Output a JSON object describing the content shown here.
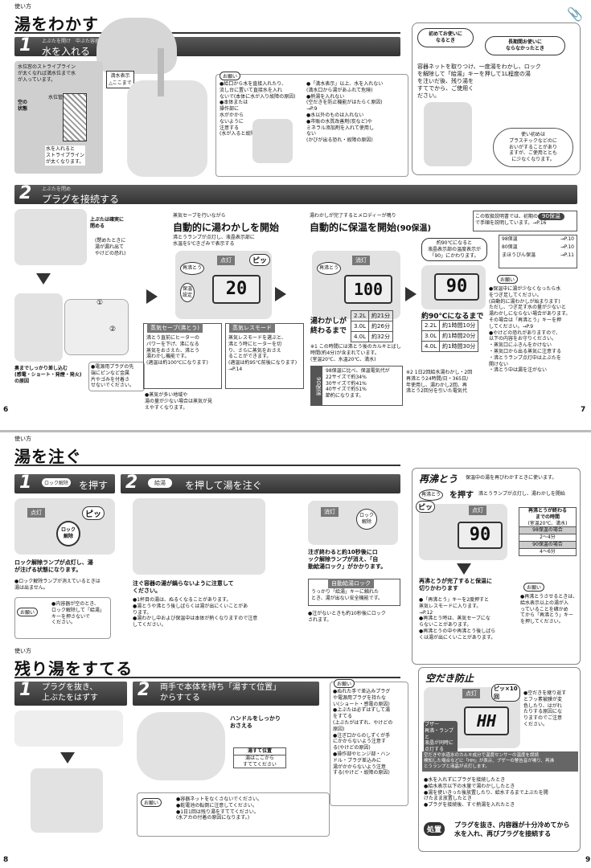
{
  "page1": {
    "usage_label": "使い方",
    "title": "湯をわかす",
    "step1": {
      "num": "1",
      "pre": "上ぶたを開け　中ぶた容器に",
      "label": "水を入れる"
    },
    "stripe_note": "水位窓のストライプライン\nが太くなれば満水位まで水\nが入っています。",
    "empty_label": "空の状態",
    "water_pipe": "水位管",
    "full_note": "水を入れると\nストライプライン\nが太くなります。",
    "full_mark": "満水表示",
    "caution_label": "お願い",
    "caution_a": "●給口から水を直接入れたり、\n流し台に置いて直接水を入れ\nないで(本体に水が入り故障の原因)\n●本体または\n操作部に\n水がかから\nないように\n注意する\n(水が入ると故障の原因)",
    "caution_b": "●「満水表示」以上、水を入れない\n(満水口から湯があふれて危険)\n●熱湯を入れない\n(空だきを防止機能がはたらく原因)\n→P.9\n●水以外のものは入れない\n●市販の水質改善剤(炭など)や\nミネラル添加剤を入れて使用し\nない\n(かびが出る恐れ・故障の原因)",
    "first_use": {
      "badge1": "初めてお使いに\nなるとき",
      "badge2": "長期間お使いに\nならなかったとき",
      "text": "容器ネットを取りつけ、一度湯をわかし、ロック\nを解除して「給湯」キーを押して1L程度の湯\nを注いだ後、残り湯を\nすてでから、ご使用く\nださい。",
      "bubble": "使い初めは\nプラスチックなどのに\nおいがすることがあり\nますが、ご使用ととも\nに少なくなります。"
    },
    "step2": {
      "num": "2",
      "pre": "上ぶたを閉め",
      "label": "プラグを接続する"
    },
    "lid_check": "上ぶたは確実に\n閉める",
    "lid_warn": "(閉めたときに\n湯が漏れ出て\nやけどの恐れ)",
    "plug_note": "奥までしっかり差し込む\n(感電・ショート・発煙・発火)\nの原因",
    "plug_caution": "●電源用プラグの先\n端にピンなど金属\n片やゴみを付着さ\nせないでください。",
    "auto_boil": {
      "pre": "蒸気セーブを行いながら",
      "title": "自動的に湯わかしを開始",
      "desc": "沸とうランプが点灯し、液晶表示部に\n水温を5℃きざみで表示する",
      "lamp": "点灯",
      "beep": "ピッ",
      "button": "再沸とう",
      "lcd": "20",
      "mode": "保温\n設定"
    },
    "auto_keep": {
      "pre": "湯わかしが完了するとメロディーが鳴り",
      "title": "自動的に保温を開始",
      "sub": "(90保温)",
      "lamp": "消灯",
      "lcd": "100",
      "lcd2": "90"
    },
    "boil_done": "湯わかしが\n終わるまで",
    "boil_times": [
      {
        "size": "2.2L",
        "time": "約21分"
      },
      {
        "size": "3.0L",
        "time": "約26分"
      },
      {
        "size": "4.0L",
        "time": "約32分"
      }
    ],
    "boil_footnote": "※1 この時間には沸とう後のカルキとばし\n時間(約4分)が含まれています。\n(室温20℃、水温20℃、満水)",
    "callout_90": "約90℃になると\n液晶表示部の温度表示が\n「90」にかわります。",
    "cool_title": "約90℃になるまで",
    "cool_times": [
      {
        "size": "2.2L",
        "time": "約1時間10分"
      },
      {
        "size": "3.0L",
        "time": "約1時間20分"
      },
      {
        "size": "4.0L",
        "time": "約1時間30分"
      }
    ],
    "steam_save": {
      "tag": "蒸気セーブ(沸とう)",
      "text": "沸とう直前にヒーターの\nパワーを下げ、沸になる\n蒸気をおさえた、沸とう\n湯わかし機能です。\n(適温は約100℃になります)"
    },
    "steam_less": {
      "tag": "蒸気レスモード",
      "text": "蒸気レスモードを選ぶと、\n沸とう時にヒーターを切\nり、さらに蒸気をおさえ\nることができます。\n(適温は約95℃前後になります)\n→P.14"
    },
    "steam_note": "●蒸気が多い地域や\n湯の量が少ない場合は蒸気が見\nえやすくなります。",
    "keep_box": {
      "tag": "90保温",
      "text": "98保温に比べ、保温電気代が\n22サイズで約34%\n30サイズで約41%\n40サイズで約51%\n節約になります。"
    },
    "keep_footnote": "※2 1日2回給水湯わかし・2回\n再沸とう24時間/日・365日/\n年使用し、湯わかし2回、再\n沸とう2回分を引いた電気代",
    "manual_note": {
      "text": "この取扱説明書では、初期の",
      "ref": "で手順を説明しています。→P.16",
      "chip": "90保温"
    },
    "keep_settings": [
      {
        "label": "98保温",
        "ref": "→P.10"
      },
      {
        "label": "80保温",
        "ref": "→P.10"
      },
      {
        "label": "まほうびん保温",
        "ref": "→P.11"
      }
    ],
    "right_caution": "●保温中に湯が少なくなったら水\nをつぎ足してください。\n(自動的に湯わかしが始まります)\nただし、つぎ足す水の量が少ないと\n湯わかしにならない場合があります。\nその場合は「再沸とう」キーを押\nしてください。→P.9\n●やけどの恐れがありますので、\n以下の内容をお守りください。\n・蒸気口にふきんをかけない\n・蒸気口から出る蒸気に注意する\n・沸とうランプ点灯中は上ぶたを\n開けない\n・沸とう中は漏を注がない",
    "pnum_left": "6",
    "pnum_right": "7"
  },
  "page2": {
    "usage_label": "使い方",
    "title": "湯を注ぐ",
    "step1": {
      "num": "1",
      "key": "ロック解除",
      "label": "を押す"
    },
    "step2": {
      "num": "2",
      "key": "給湯",
      "label": "を押して湯を注ぐ"
    },
    "lock_label": "点灯",
    "lock_beep": "ピッ",
    "lock_btn": "ロック\n解除",
    "lock_desc": "ロック解除ランプが点灯し、湯\nが注げる状態になります。",
    "lock_note": "●ロック解除ランプが消えているときは\n湯は出ません。",
    "lock_caution": "●内容器が空のとき、\nロック解除して「給湯」\nキーを押さないで\nください。",
    "pour_title": "注ぐ容器の湯が鍋らないように注意して\nください。",
    "pour_notes": "●1杯目の湯は、ぬるくなることがあります。\n●湯とうや沸とう後しばらくは湯が出にくいことがあ\nります。\n●湯わかし中および保温中は本体が熱くなりますので注意\nしてください。",
    "auto_lock_lamp": "消灯",
    "auto_lock_btn": "ロック\n解除",
    "auto_lock_desc": "注ぎ終わると約10秒後にロ\nック解除ランプが消え、「自\n動給湯ロック」がかかります。",
    "auto_lock_tag": "自動給湯ロック",
    "auto_lock_text": "うっかり「給湯」キーに触れた\nとき、湯が出ない安全機能です。",
    "auto_lock_note": "●注がないときも約10秒後にロック\nされます。",
    "reboil": {
      "title": "再沸とう",
      "title_sub": "保温中の湯を再びわかすときに使います。",
      "key": "再沸とう",
      "press": "を押す",
      "press_sub": "沸とうランプが点灯し、湯わかしを開始",
      "beep": "ピッ",
      "lamp": "点灯",
      "lcd": "90",
      "end_desc": "再沸とうが完了すると保温に\n切りかわります",
      "notes": "●「再沸とう」キーを2度押すと\n蒸気レスモードに入ります。\n→P.12\n●再沸とう時は、蒸気セーブにな\nらないことがあります。\n●再沸とうの中や再沸とう後しばら\nくは湯が出にくいことがあります。",
      "time_title": "再沸とうが終わる\nまでの時間",
      "time_sub": "(室温20℃、満水)",
      "time_rows": [
        {
          "label": "98保温の場合",
          "value": "2〜4分"
        },
        {
          "label": "90保温の場合",
          "value": "4〜6分"
        }
      ],
      "caution": "●再沸とうさせるときは、\n給水表示以上の湯が入\nっていることを確かめ\nてから「再沸とう」キー\nを押してください。"
    },
    "drain": {
      "usage_label": "使い方",
      "title": "残り湯をすてる",
      "step1": {
        "num": "1",
        "label": "プラグを抜き、\n上ぶたをはずす"
      },
      "step2": {
        "num": "2",
        "label": "両手で本体を持ち「湯すて位置」\nからすてる"
      },
      "handle": "ハンドルをしっかり\nおさえる",
      "spout_tag": "湯すて位置",
      "spout_text": "湯はここから\nすててください",
      "caution_a": "●ぬれた手で差込みプラグ\nや電源用プラグを持たな\nい(ショート・感電の原因)\n●上ぶたは必ずはずして湯\nをすてる\n(上ぶたがはずれ、やけどの\n原因)\n●注ぎ口からのしずくが手\nにかからないよう注意す\nる(やけどの原因)\n●操作部やヒンジ部・ハン\nドル・プラグ差込みに\n湯がかからないよう注意\nする(やけど・故障の原因)",
      "caution_b": "●容器ネットをなくさないでください。\n●乾電池の転倒に注意してください。\n●1日1回は残り湯をすててください。\n(水アカの付着の原因になります。)"
    },
    "dry_boil": {
      "title": "空だき防止",
      "lamp": "点灯",
      "beep": "ピッ×10回",
      "lcd": "HH",
      "desc": "●空だきを継り返す\nとフッ素被膜が変\n色したり、はがれ\nたりする原因にな\nりますのでご注意\nください。",
      "tag": "ブザー\n再沸・ランプと\n液晶が同時に\n点灯する",
      "banner": "空だきや水道水のカルキ成分で温度センサーの温度を誤読\n検知した場合などに「HH」が表示、ブザーの警告音が鳴り、再沸\nとうランプと液晶が点灯します。",
      "bullets": "●水を入れずにプラグを接続したとき\n●給水表示以下の水量で湯わかししたとき\n●湯を使いきった後放置したり、給水するまで上ぶたを開\nけたまま放置したとき\n●プラグを接続後、すぐ熱湯を入れたとき",
      "fix_tag": "処置",
      "fix_text": "プラグを抜き、内容器が十分冷めてから\n水を入れ、再びプラグを接続する"
    },
    "pnum_left": "8",
    "pnum_right": "9"
  }
}
